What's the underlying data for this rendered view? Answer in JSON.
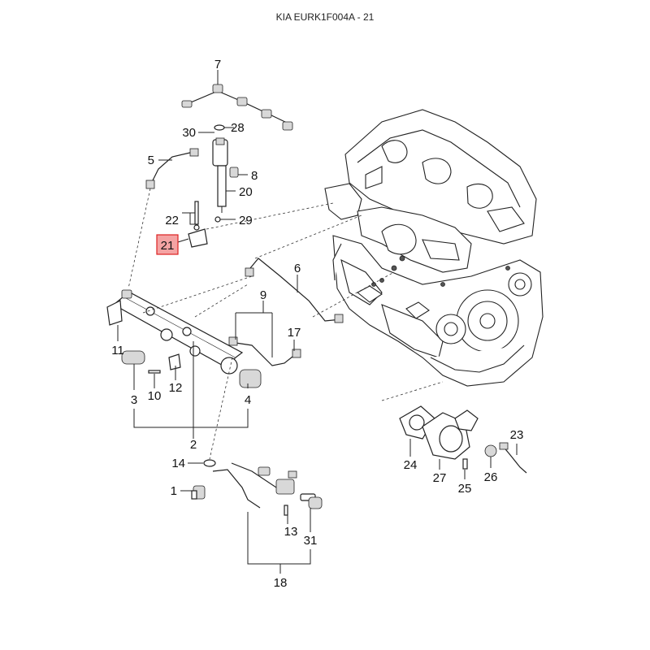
{
  "title": "KIA EURK1F004A - 21",
  "highlight_color": "#f4a3a3",
  "callouts": [
    {
      "id": "c7",
      "text": "7"
    },
    {
      "id": "c28",
      "text": "28"
    },
    {
      "id": "c30",
      "text": "30"
    },
    {
      "id": "c5",
      "text": "5"
    },
    {
      "id": "c8",
      "text": "8"
    },
    {
      "id": "c20",
      "text": "20"
    },
    {
      "id": "c22",
      "text": "22"
    },
    {
      "id": "c29",
      "text": "29"
    },
    {
      "id": "c21",
      "text": "21",
      "highlighted": true
    },
    {
      "id": "c6",
      "text": "6"
    },
    {
      "id": "c9",
      "text": "9"
    },
    {
      "id": "c17",
      "text": "17"
    },
    {
      "id": "c11",
      "text": "11"
    },
    {
      "id": "c3",
      "text": "3"
    },
    {
      "id": "c10",
      "text": "10"
    },
    {
      "id": "c12",
      "text": "12"
    },
    {
      "id": "c4",
      "text": "4"
    },
    {
      "id": "c2",
      "text": "2"
    },
    {
      "id": "c14",
      "text": "14"
    },
    {
      "id": "c1",
      "text": "1"
    },
    {
      "id": "c13",
      "text": "13"
    },
    {
      "id": "c31",
      "text": "31"
    },
    {
      "id": "c18",
      "text": "18"
    },
    {
      "id": "c24",
      "text": "24"
    },
    {
      "id": "c27",
      "text": "27"
    },
    {
      "id": "c25",
      "text": "25"
    },
    {
      "id": "c26",
      "text": "26"
    },
    {
      "id": "c23",
      "text": "23"
    }
  ]
}
